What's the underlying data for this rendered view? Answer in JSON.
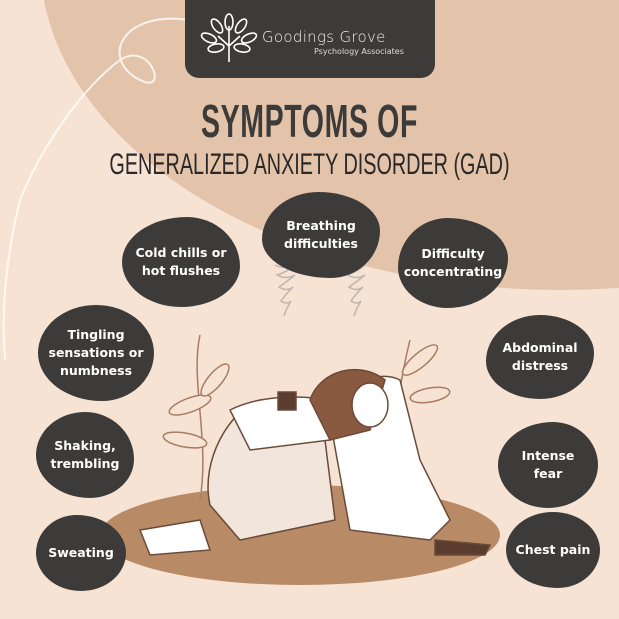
{
  "brand": {
    "name": "Goodings Grove",
    "tagline": "Psychology Associates",
    "logo": "tree-logo"
  },
  "title": "SYMPTOMS OF",
  "subtitle": "GENERALIZED ANXIETY DISORDER (GAD)",
  "symptoms": [
    "Breathing difficulties",
    "Cold chills or hot flushes",
    "Difficulty concentrating",
    "Tingling sensations or numbness",
    "Abdominal distress",
    "Shaking, trembling",
    "Intense fear",
    "Sweating",
    "Chest pain"
  ],
  "colors": {
    "background": "#f6e3d3",
    "circle": "#e3c4aa",
    "dark": "#3d3b3a",
    "floor": "#b98a66"
  }
}
